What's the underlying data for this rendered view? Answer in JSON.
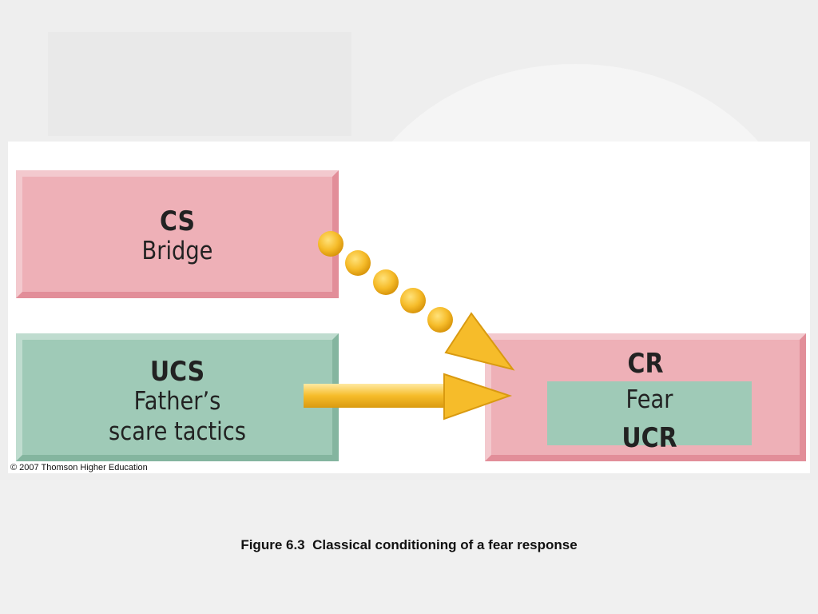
{
  "diagram": {
    "cs": {
      "title": "CS",
      "label": "Bridge"
    },
    "ucs": {
      "title": "UCS",
      "label_line1": "Father’s",
      "label_line2": "scare tactics"
    },
    "cr": {
      "title": "CR",
      "inner_label": "Fear",
      "inner_title": "UCR"
    }
  },
  "copyright": "© 2007 Thomson Higher Education",
  "caption": "Figure 6.3  Classical conditioning of a fear response",
  "colors": {
    "stimulus_box": "#eeb0b7",
    "response_box": "#9fcab7",
    "arrow": "#f5b82a"
  }
}
